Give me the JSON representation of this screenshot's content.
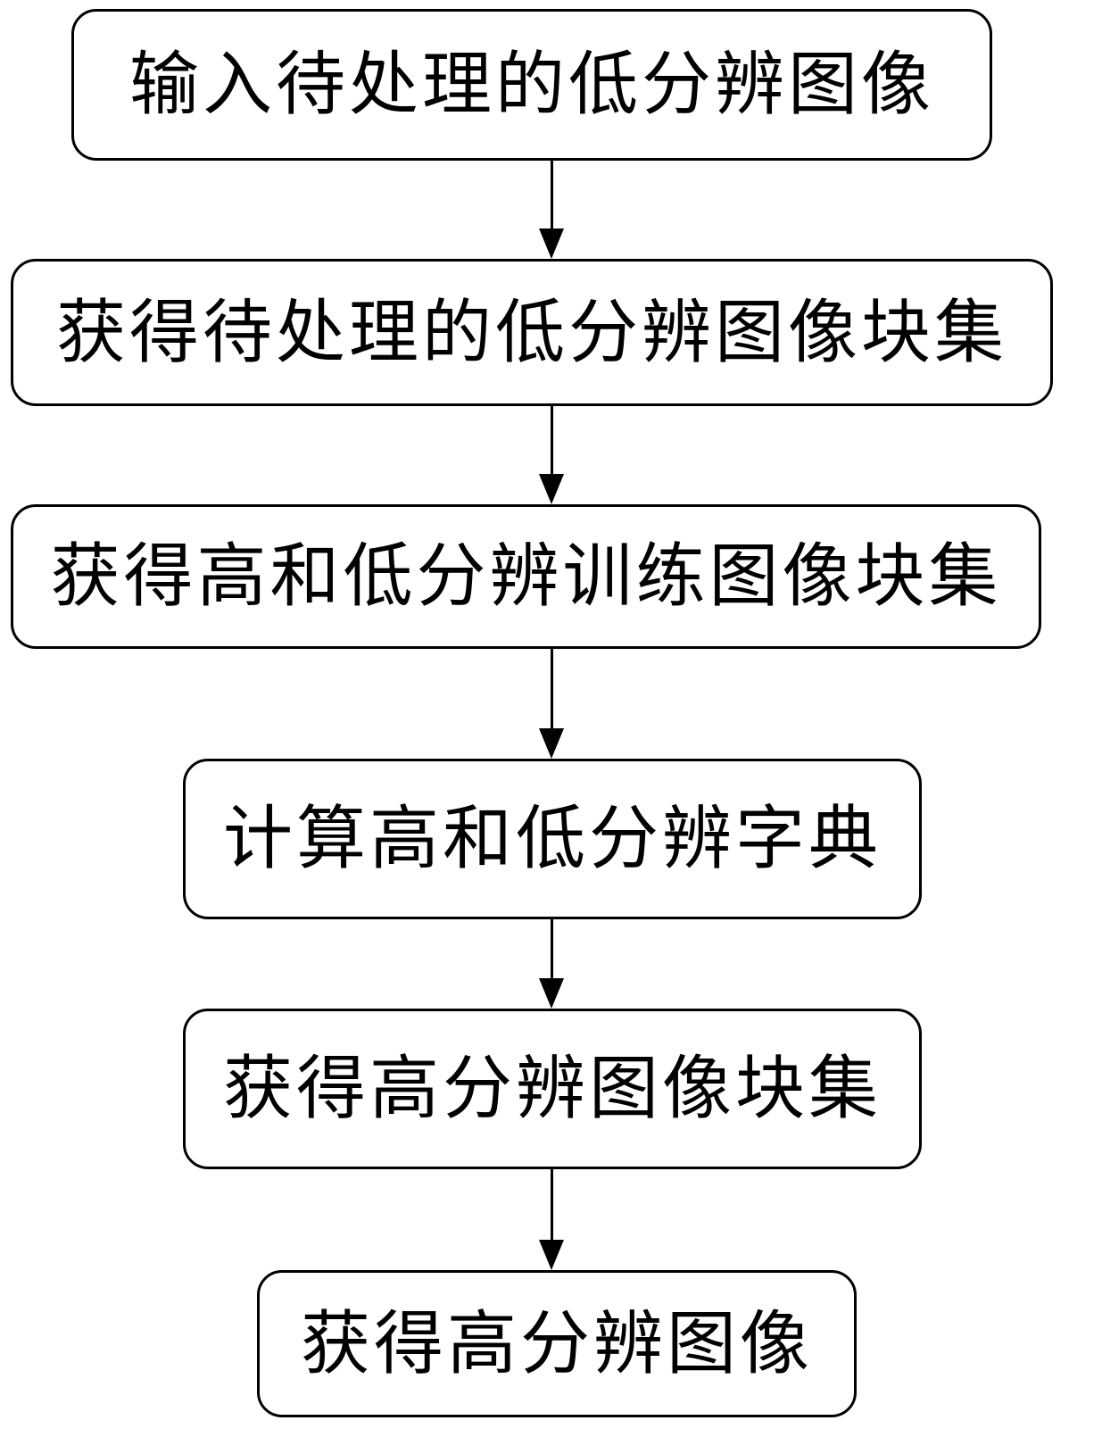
{
  "diagram": {
    "type": "flowchart",
    "direction": "top-down",
    "colors": {
      "background": "#ffffff",
      "node_fill": "#ffffff",
      "node_border": "#000000",
      "text": "#000000",
      "arrow": "#000000"
    },
    "steps": [
      {
        "id": 1,
        "label": "输入待处理的低分辨图像"
      },
      {
        "id": 2,
        "label": "获得待处理的低分辨图像块集"
      },
      {
        "id": 3,
        "label": "获得高和低分辨训练图像块集"
      },
      {
        "id": 4,
        "label": "计算高和低分辨字典"
      },
      {
        "id": 5,
        "label": "获得高分辨图像块集"
      },
      {
        "id": 6,
        "label": "获得高分辨图像"
      }
    ],
    "arrows": [
      {
        "from": 1,
        "to": 2
      },
      {
        "from": 2,
        "to": 3
      },
      {
        "from": 3,
        "to": 4
      },
      {
        "from": 4,
        "to": 5
      },
      {
        "from": 5,
        "to": 6
      }
    ]
  }
}
